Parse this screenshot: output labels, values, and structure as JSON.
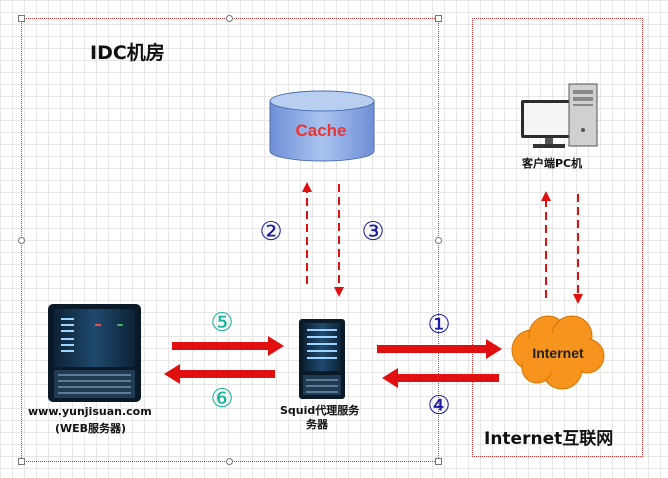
{
  "zones": {
    "idc_title": "IDC机房",
    "internet_title": "Internet互联网"
  },
  "nodes": {
    "cache": "Cache",
    "client": "客户端PC机",
    "internet": "Internet",
    "web_server_line1": "www.yunjisuan.com",
    "web_server_line2": "(WEB服务器)",
    "squid_line1": "Squid代理服务",
    "squid_line2": "务器"
  },
  "steps": [
    "①",
    "②",
    "③",
    "④",
    "⑤",
    "⑥"
  ],
  "colors": {
    "zone_border": "#d23a3a",
    "arrow": "#e01010",
    "step_blue": "#1a1aa8",
    "step_teal": "#17b39a",
    "cache_text": "#ee3333",
    "cloud_fill": "#f7941d"
  }
}
